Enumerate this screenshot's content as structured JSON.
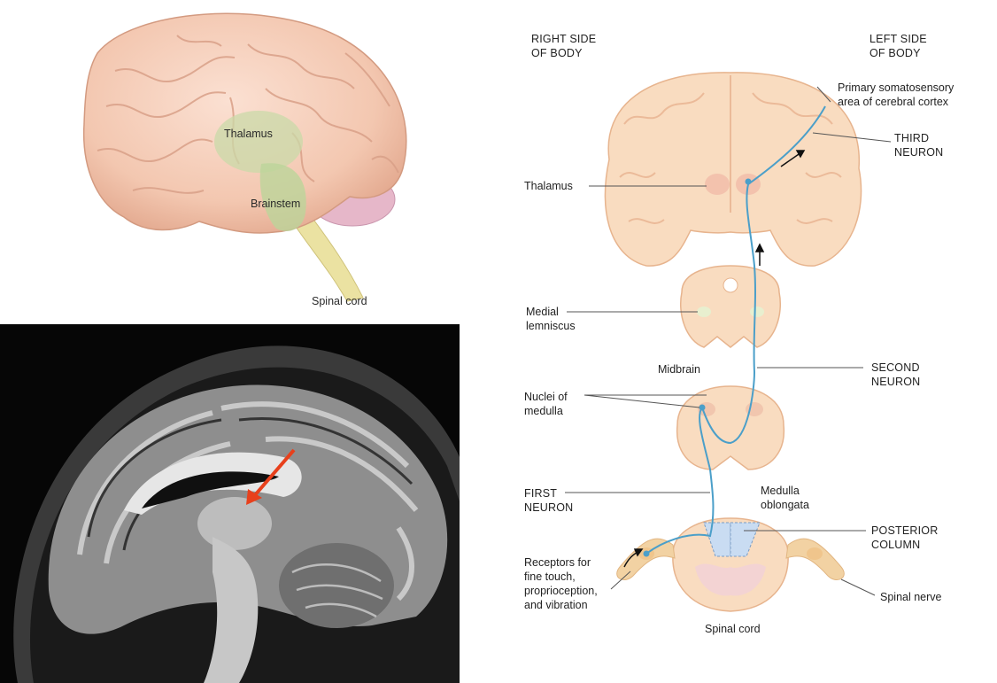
{
  "brain_3d": {
    "labels": {
      "thalamus": "Thalamus",
      "brainstem": "Brainstem",
      "spinal_cord": "Spinal cord"
    }
  },
  "mri": {
    "arrow_color": "#e8401c"
  },
  "pathway": {
    "headers": {
      "right_side": "RIGHT SIDE\nOF BODY",
      "left_side": "LEFT SIDE\nOF BODY"
    },
    "labels": {
      "primary_somatosensory": "Primary somatosensory\narea of cerebral cortex",
      "third_neuron": "THIRD\nNEURON",
      "thalamus": "Thalamus",
      "medial_lemniscus": "Medial\nlemniscus",
      "midbrain": "Midbrain",
      "second_neuron": "SECOND\nNEURON",
      "nuclei_of_medulla": "Nuclei of\nmedulla",
      "first_neuron": "FIRST\nNEURON",
      "medulla_oblongata": "Medulla\noblongata",
      "posterior_column": "POSTERIOR\nCOLUMN",
      "receptors": "Receptors for\nfine touch,\nproprioception,\nand vibration",
      "spinal_nerve": "Spinal nerve",
      "spinal_cord": "Spinal cord"
    },
    "colors": {
      "tissue": "#f9dcc0",
      "tissue_outline": "#e7b48e",
      "neuron_path": "#4b9fc9",
      "posterior_column_fill": "#c9dcf2"
    }
  }
}
